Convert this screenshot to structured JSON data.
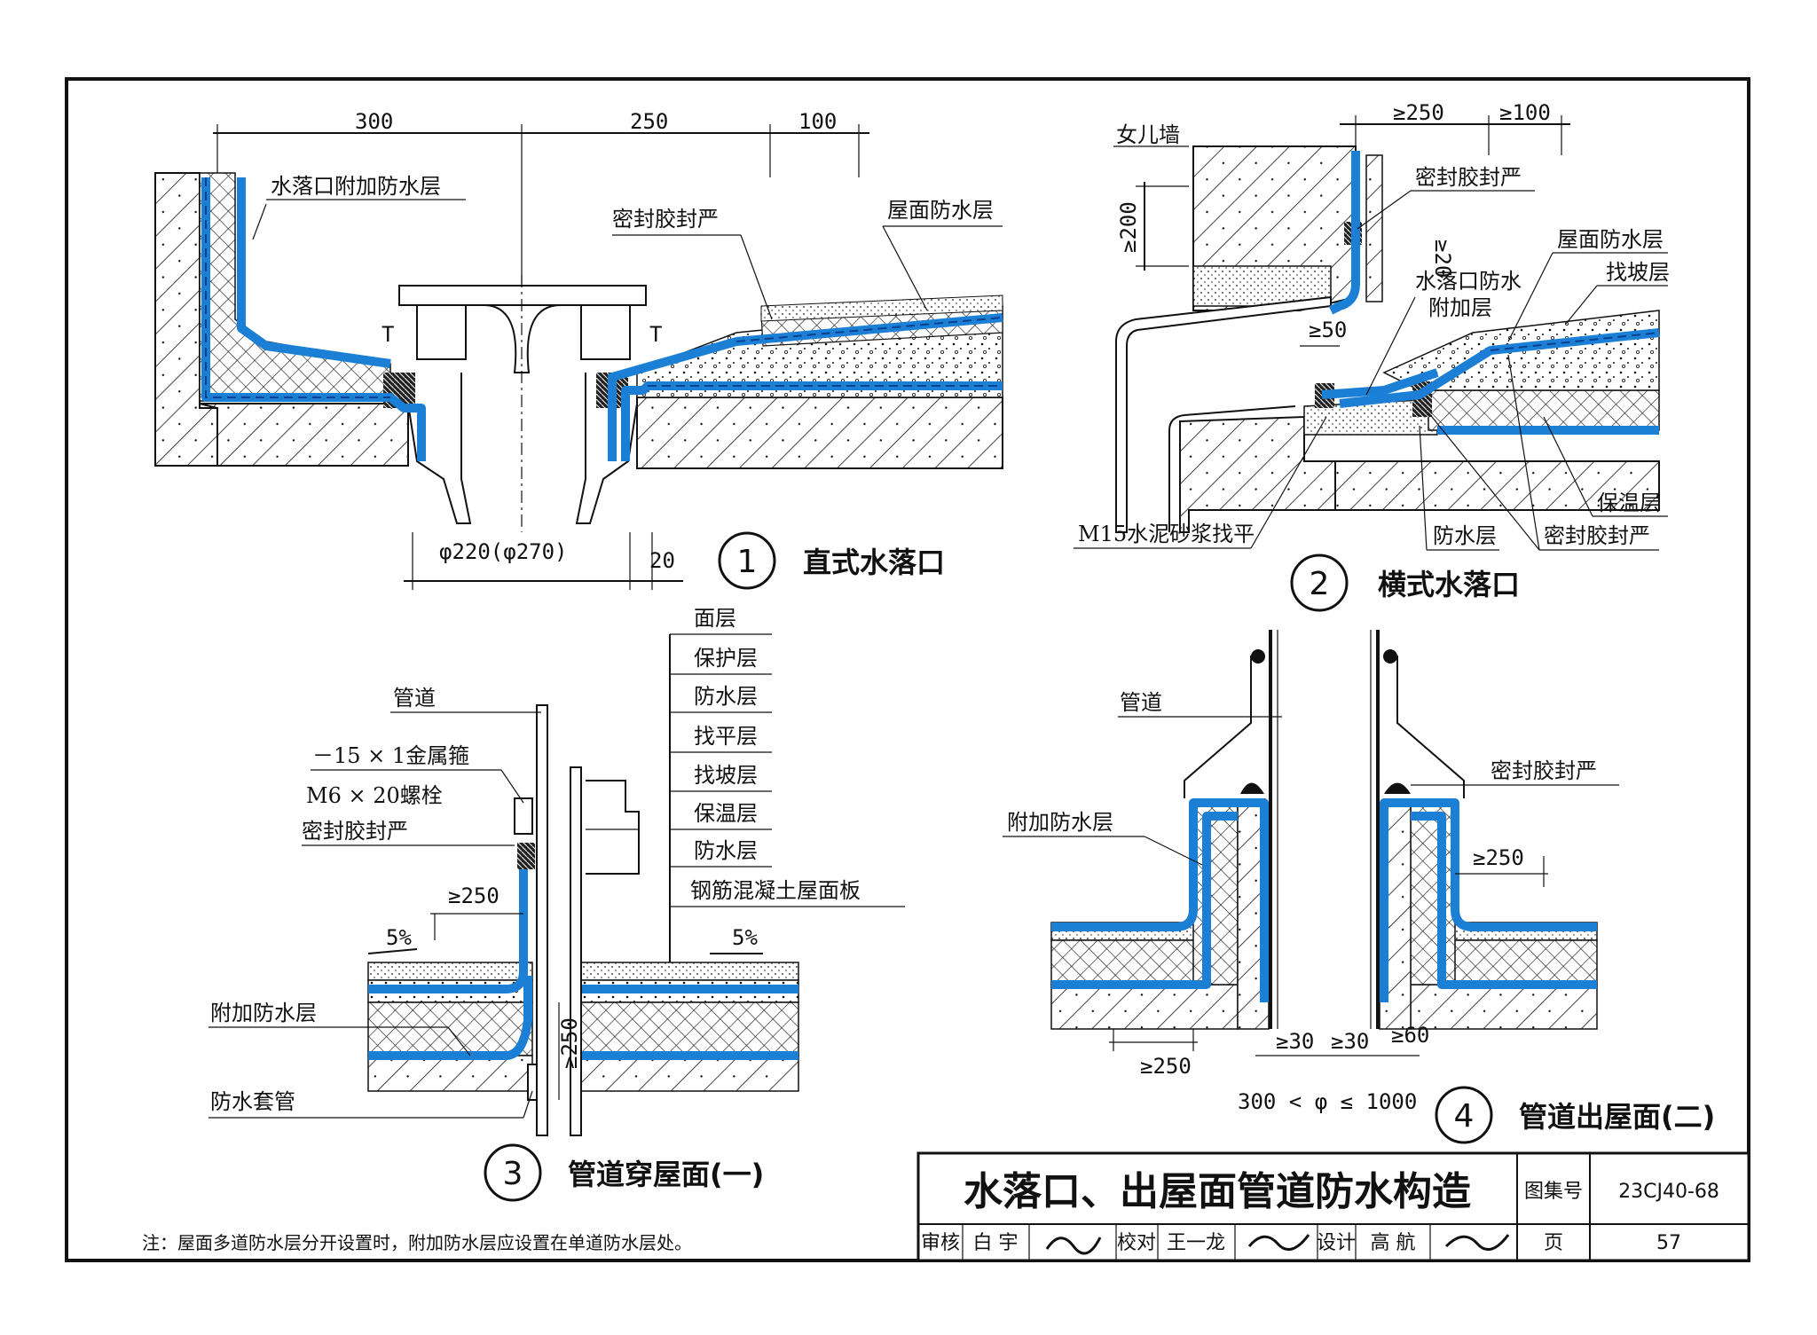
{
  "colors": {
    "waterproof": "#1c7fd6",
    "frame": "#111111"
  },
  "detail1": {
    "number": "1",
    "title": "直式水落口",
    "dims": {
      "d300": "300",
      "d250": "250",
      "d100": "100",
      "diameter": "φ220(φ270)",
      "d20": "20"
    },
    "labels": {
      "additional": "水落口附加防水层",
      "sealant": "密封胶封严",
      "roof_wp": "屋面防水层"
    }
  },
  "detail2": {
    "number": "2",
    "title": "横式水落口",
    "dims": {
      "d250": "≥250",
      "d100": "≥100",
      "d200": "≥200",
      "d20": "≥20",
      "d50": "≥50"
    },
    "labels": {
      "parapet": "女儿墙",
      "sealant_top": "密封胶封严",
      "roof_wp": "屋面防水层",
      "slope": "找坡层",
      "outlet_wp_1": "水落口防水",
      "outlet_wp_2": "附加层",
      "mortar": "M15水泥砂浆找平",
      "wp": "防水层",
      "sealant_bottom": "密封胶封严",
      "insulation": "保温层"
    }
  },
  "detail3": {
    "number": "3",
    "title": "管道穿屋面(一)",
    "labels": {
      "pipe": "管道",
      "hoop": "－15 × 1金属箍",
      "bolt": "M6 × 20螺栓",
      "sealant": "密封胶封严",
      "additional": "附加防水层",
      "sleeve": "防水套管"
    },
    "dims": {
      "d250_top": "≥250",
      "d250_side": "≥250",
      "slope_left": "5%",
      "slope_right": "5%"
    },
    "layers": [
      "面层",
      "保护层",
      "防水层",
      "找平层",
      "找坡层",
      "保温层",
      "防水层",
      "钢筋混凝土屋面板"
    ]
  },
  "detail4": {
    "number": "4",
    "title": "管道出屋面(二)",
    "labels": {
      "pipe": "管道",
      "sealant": "密封胶封严",
      "additional": "附加防水层"
    },
    "dims": {
      "d250_right": "≥250",
      "d250_bottom": "≥250",
      "d30_left": "≥30",
      "d30_right": "≥30",
      "d60": "≥60",
      "range": "300 < φ ≤ 1000"
    }
  },
  "title_block": {
    "title": "水落口、出屋面管道防水构造",
    "atlas_label": "图集号",
    "atlas_no": "23CJ40-68",
    "review_label": "审核",
    "reviewer": "白 宇",
    "check_label": "校对",
    "checker": "王一龙",
    "design_label": "设计",
    "designer": "高 航",
    "page_label": "页",
    "page_no": "57"
  },
  "note": "注：屋面多道防水层分开设置时，附加防水层应设置在单道防水层处。"
}
